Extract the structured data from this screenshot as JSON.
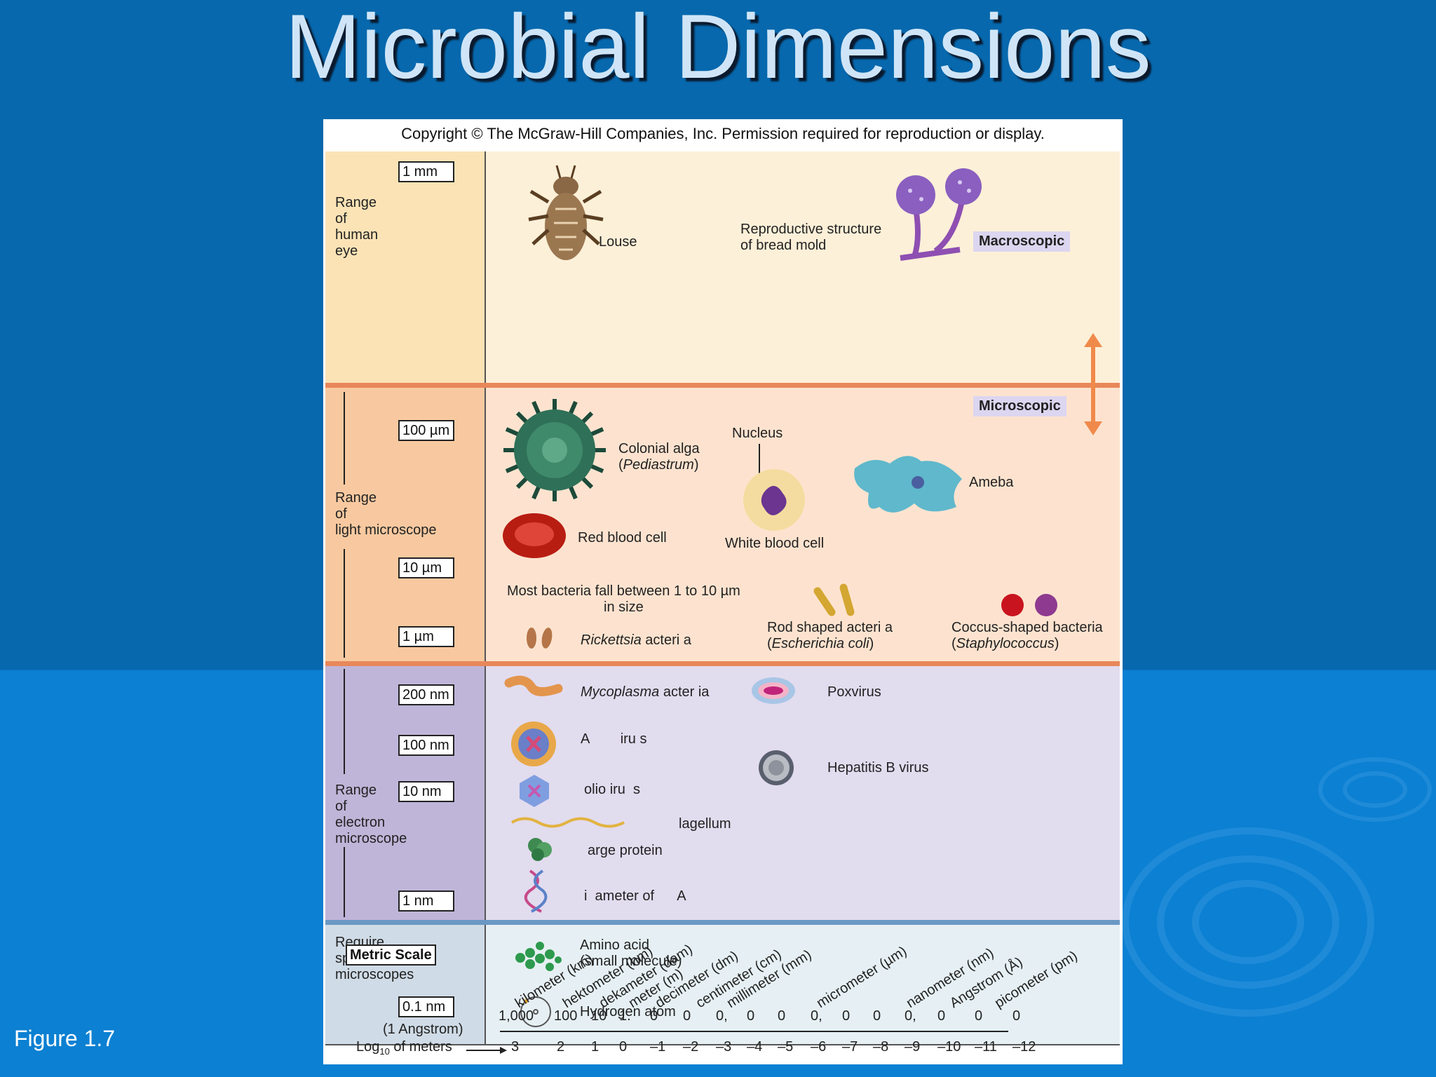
{
  "title": "Microbial Dimensions",
  "figure_label": "Figure 1.7",
  "copyright": "Copyright © The McGraw-Hill Companies, Inc. Permission required for reproduction or display.",
  "bands": {
    "eye": {
      "label": [
        "Range",
        "of",
        "human",
        "eye"
      ],
      "scales": [
        "1 mm"
      ]
    },
    "light": {
      "label": [
        "Range",
        "of",
        "light microscope"
      ],
      "scales": [
        "100 µm",
        "10 µm",
        "1 µm"
      ]
    },
    "electron": {
      "label": [
        "Range",
        "of",
        "electron",
        "microscope"
      ],
      "scales": [
        "200 nm",
        "100 nm",
        "10 nm",
        "1 nm"
      ]
    },
    "special": {
      "label": [
        "Require",
        "special",
        "microscopes"
      ],
      "scales": [
        "0.1 nm"
      ],
      "note": "(1 Angstrom)"
    }
  },
  "badges": {
    "macroscopic": "Macroscopic",
    "microscopic": "Microscopic"
  },
  "items": {
    "louse": "Louse",
    "bread_mold": [
      "Reproductive structure",
      "of bread mold"
    ],
    "colonial_alga": [
      "Colonial alga",
      "Pediastrum"
    ],
    "nucleus": "Nucleus",
    "ameba": "Ameba",
    "red_blood_cell": "Red blood cell",
    "white_blood_cell": "White blood cell",
    "bacteria_note": [
      "Most bacteria fall between 1 to 10 µm",
      "in size"
    ],
    "rickettsia": [
      "Rickettsia",
      "acteri a"
    ],
    "rod_bacteria": [
      "Rod shaped  acteri a",
      "Escherichia coli"
    ],
    "coccus_bacteria": [
      "Coccus-shaped bacteria",
      "Staphylococcus"
    ],
    "mycoplasma": [
      "Mycoplasma",
      "acter ia"
    ],
    "poxvirus": "Poxvirus",
    "aids_virus": "A        iru s",
    "hepatitis": "Hepatitis B virus",
    "polio": "olio iru  s",
    "flagellum": "lagellum",
    "protein": "arge protein",
    "dna": "i  ameter of      A",
    "amino_acid": [
      "Amino acid",
      "(small molecule)"
    ],
    "hydrogen": "Hydrogen atom"
  },
  "metric": {
    "title": "Metric Scale",
    "units": [
      "kilometer (km)",
      "hektometer (hm)",
      "dekameter (dam)",
      "meter (m)",
      "decimeter (dm)",
      "centimeter (cm)",
      "millimeter (mm)",
      "micrometer (µm)",
      "nanometer (nm)",
      "Angstrom (Å)",
      "picometer (pm)"
    ],
    "values": [
      "1,000",
      "100",
      "10",
      "1.",
      "0",
      "0",
      "0,",
      "0",
      "0",
      "0,",
      "0",
      "0",
      "0,",
      "0",
      "0",
      "0"
    ],
    "log_label": "Log",
    "log_sub": "10",
    "log_tail": " of meters",
    "logs": [
      "3",
      "2",
      "1",
      "0",
      "–1",
      "–2",
      "–3",
      "–4",
      "–5",
      "–6",
      "–7",
      "–8",
      "–9",
      "–10",
      "–11",
      "–12"
    ]
  }
}
